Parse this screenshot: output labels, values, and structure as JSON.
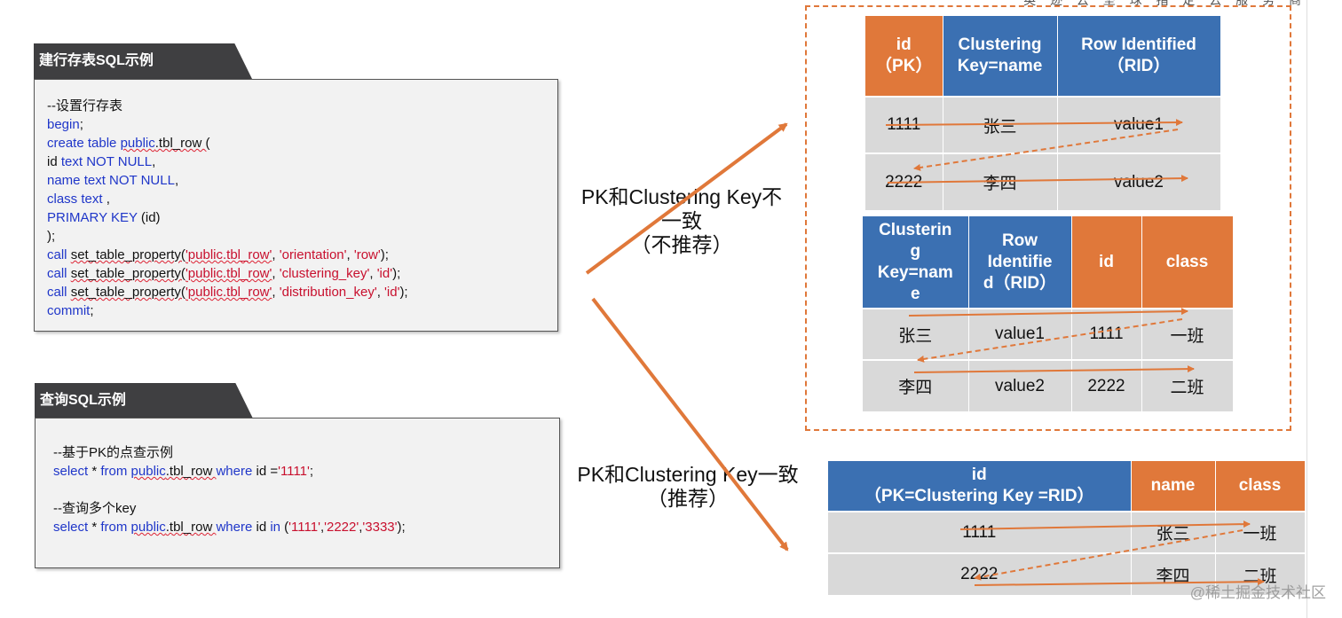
{
  "header": {
    "top_right_text": "英 迹 云 坚 球 指 定 云 服 务 商"
  },
  "row_create": {
    "tab": "建行存表SQL示例",
    "lines": [
      [
        [
          "c",
          "--设置行存表"
        ]
      ],
      [
        [
          "k",
          "begin"
        ],
        [
          "t",
          ";"
        ]
      ],
      [
        [
          "k",
          "create table "
        ],
        [
          "k",
          "public"
        ],
        [
          "t",
          ".tbl_row ("
        ]
      ],
      [
        [
          "t",
          "id "
        ],
        [
          "k",
          "text NOT NULL"
        ],
        [
          "t",
          ","
        ]
      ],
      [
        [
          "k",
          "name text NOT NULL"
        ],
        [
          "t",
          ","
        ]
      ],
      [
        [
          "k",
          "class text "
        ],
        [
          "t",
          ","
        ]
      ],
      [
        [
          "k",
          "PRIMARY KEY "
        ],
        [
          "t",
          "(id)"
        ]
      ],
      [
        [
          "t",
          ");"
        ]
      ],
      [
        [
          "k",
          "call "
        ],
        [
          "t",
          "set_table_property("
        ],
        [
          "s",
          "'public.tbl_row'"
        ],
        [
          "t",
          ", "
        ],
        [
          "s",
          "'orientation'"
        ],
        [
          "t",
          ", "
        ],
        [
          "s",
          "'row'"
        ],
        [
          "t",
          ");"
        ]
      ],
      [
        [
          "k",
          "call "
        ],
        [
          "t",
          "set_table_property("
        ],
        [
          "s",
          "'public.tbl_row'"
        ],
        [
          "t",
          ", "
        ],
        [
          "s",
          "'clustering_key'"
        ],
        [
          "t",
          ", "
        ],
        [
          "s",
          "'id'"
        ],
        [
          "t",
          ");"
        ]
      ],
      [
        [
          "k",
          "call "
        ],
        [
          "t",
          "set_table_property("
        ],
        [
          "s",
          "'public.tbl_row'"
        ],
        [
          "t",
          ", "
        ],
        [
          "s",
          "'distribution_key'"
        ],
        [
          "t",
          ", "
        ],
        [
          "s",
          "'id'"
        ],
        [
          "t",
          ");"
        ]
      ],
      [
        [
          "k",
          "commit"
        ],
        [
          "t",
          ";"
        ]
      ]
    ]
  },
  "query": {
    "tab": "查询SQL示例",
    "lines": [
      [
        [
          "c",
          "--基于PK的点查示例"
        ]
      ],
      [
        [
          "k",
          "select "
        ],
        [
          "t",
          "* "
        ],
        [
          "k",
          "from "
        ],
        [
          "k",
          "public"
        ],
        [
          "t",
          ".tbl_row "
        ],
        [
          "k",
          "where "
        ],
        [
          "t",
          "id ="
        ],
        [
          "s",
          "'1111'"
        ],
        [
          "t",
          ";"
        ]
      ],
      [
        [
          "t",
          " "
        ]
      ],
      [
        [
          "c",
          "--查询多个key"
        ]
      ],
      [
        [
          "k",
          "select "
        ],
        [
          "t",
          "* "
        ],
        [
          "k",
          "from "
        ],
        [
          "k",
          "public"
        ],
        [
          "t",
          ".tbl_row "
        ],
        [
          "k",
          "where "
        ],
        [
          "t",
          "id "
        ],
        [
          "k",
          "in "
        ],
        [
          "t",
          "("
        ],
        [
          "s",
          "'1111'"
        ],
        [
          "t",
          ","
        ],
        [
          "s",
          "'2222'"
        ],
        [
          "t",
          ","
        ],
        [
          "s",
          "'3333'"
        ],
        [
          "t",
          ");"
        ]
      ]
    ]
  },
  "labels": {
    "not_recommended": [
      "PK和Clustering Key不",
      "一致",
      "（不推荐）"
    ],
    "recommended": [
      "PK和Clustering Key一致",
      "（推荐）"
    ]
  },
  "table1": {
    "headers": [
      {
        "lines": [
          "id",
          "（PK）"
        ],
        "color": "orange"
      },
      {
        "lines": [
          "Clustering",
          "Key=name"
        ],
        "color": "blue"
      },
      {
        "lines": [
          "Row Identified",
          "（RID）"
        ],
        "color": "blue"
      }
    ],
    "rows": [
      [
        "1111",
        "张三",
        "value1"
      ],
      [
        "2222",
        "李四",
        "value2"
      ]
    ]
  },
  "table2": {
    "headers": [
      {
        "lines": [
          "Clusterin",
          "g",
          "Key=nam",
          "e"
        ],
        "color": "blue"
      },
      {
        "lines": [
          "Row",
          "Identifie",
          "d（RID）"
        ],
        "color": "blue"
      },
      {
        "lines": [
          "id"
        ],
        "color": "orange"
      },
      {
        "lines": [
          "class"
        ],
        "color": "orange"
      }
    ],
    "rows": [
      [
        "张三",
        "value1",
        "1111",
        "一班"
      ],
      [
        "李四",
        "value2",
        "2222",
        "二班"
      ]
    ]
  },
  "table3": {
    "headers": [
      {
        "lines": [
          "id",
          "（PK=Clustering Key =RID）"
        ],
        "color": "blue"
      },
      {
        "lines": [
          "name"
        ],
        "color": "orange"
      },
      {
        "lines": [
          "class"
        ],
        "color": "orange"
      }
    ],
    "rows": [
      [
        "1111",
        "张三",
        "一班"
      ],
      [
        "2222",
        "李四",
        "二班"
      ]
    ]
  },
  "watermark": "@稀土掘金技术社区",
  "colors": {
    "accent_orange": "#e0783a",
    "header_blue": "#3b70b2",
    "cell_gray": "#d9d9d9",
    "tab_dark": "#3f3f41"
  }
}
